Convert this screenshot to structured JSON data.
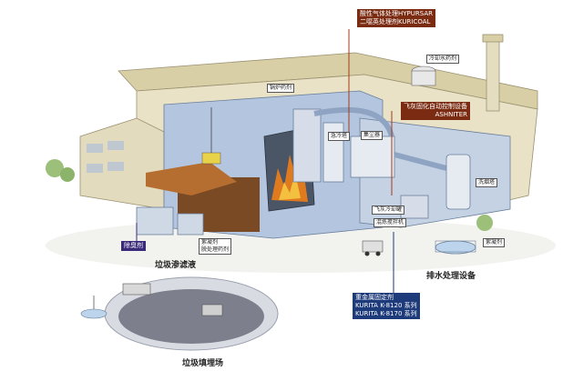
{
  "callouts": {
    "acid_gas": {
      "line1": "酸性气体处理HYPURSAR",
      "line2": "二噁英处理剂KURICOAL",
      "color": "#7a2b12"
    },
    "flyash_control": {
      "line1": "飞灰固化自动控制设备",
      "line2": "ASHNITER",
      "color": "#7a2b12"
    },
    "heavy_metal": {
      "line1": "重金属固定剂",
      "line2": "KURITA K-8120 系列",
      "line3": "KURITA K-8170 系列",
      "color": "#1d3a7a"
    },
    "deodorant": {
      "label": "除臭剂",
      "color": "#3b2a7a"
    }
  },
  "equipment_labels": {
    "cooling_water_agent": "冷却水药剂",
    "boiler_agent": "锅炉药剂",
    "quench_tower": "急冷塔",
    "dust_collector": "集尘器",
    "scrubber": "洗烟塔",
    "flyash_silo": "飞灰冷却罐",
    "mixing_kneader": "混炼搅拌机",
    "coagulant_right": "絮凝剂",
    "coagulant_left_line1": "絮凝剂",
    "coagulant_left_line2": "脱处理药剂"
  },
  "section_titles": {
    "leachate": "垃圾渗滤液",
    "wastewater": "排水处理设备",
    "landfill": "垃圾填埋场"
  },
  "colors": {
    "building_wall": "#e9e2c6",
    "roof": "#d8cfa6",
    "interior": "#9fb6d6",
    "fire": "#e07a1e",
    "waste": "#8a5a2c"
  }
}
